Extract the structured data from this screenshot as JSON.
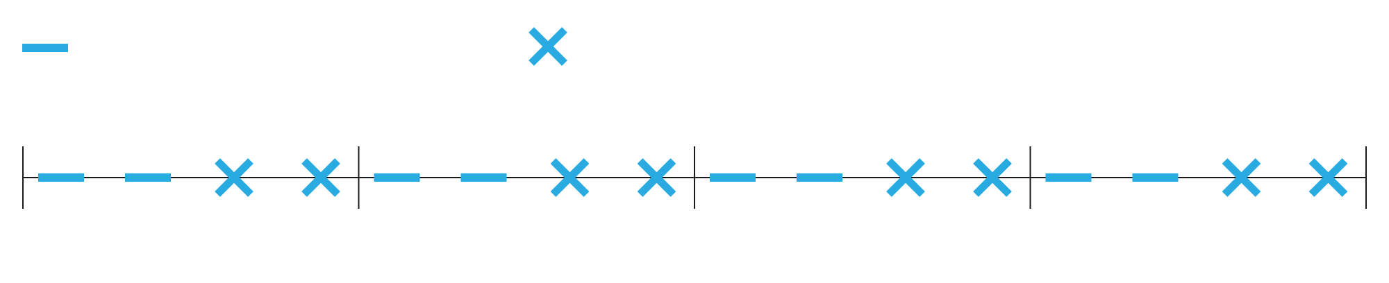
{
  "colors": {
    "symbol": "#29abe2",
    "line": "#1a1a1a",
    "background": "#ffffff"
  },
  "legend": [
    {
      "symbol": "dash",
      "icon": "dash-icon"
    },
    {
      "symbol": "cross",
      "icon": "cross-icon"
    }
  ],
  "timeline": {
    "segments": [
      {
        "pattern": [
          "dash",
          "dash",
          "cross",
          "cross"
        ]
      },
      {
        "pattern": [
          "dash",
          "dash",
          "cross",
          "cross"
        ]
      },
      {
        "pattern": [
          "dash",
          "dash",
          "cross",
          "cross"
        ]
      },
      {
        "pattern": [
          "dash",
          "dash",
          "cross",
          "cross"
        ]
      }
    ]
  }
}
